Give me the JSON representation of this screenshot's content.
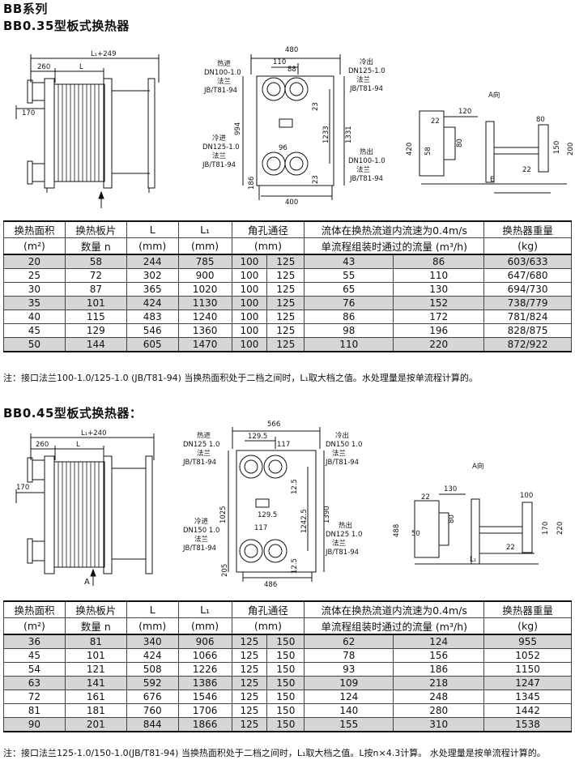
{
  "series_title": "BB系列",
  "sections": [
    {
      "title": "BB0.35型板式换热器",
      "drawing": {
        "side": {
          "l_total": "L₁+249",
          "d260": "260",
          "l": "L",
          "d170": "170"
        },
        "front": {
          "d480": "480",
          "d110": "110",
          "d88": "88",
          "hot_in": "热进",
          "hot_in_dn": "DN100-1.0",
          "hot_in_flange": "法兰",
          "hot_in_std": "JB/T81-94",
          "cold_out": "冷出",
          "cold_out_dn": "DN125-1.0",
          "cold_out_flange": "法兰",
          "cold_out_std": "JB/T81-94",
          "cold_in": "冷进",
          "cold_in_dn": "DN125-1.0",
          "cold_in_flange": "法兰",
          "cold_in_std": "JB/T81-94",
          "hot_out": "热出",
          "hot_out_dn": "DN100-1.0",
          "hot_out_flange": "法兰",
          "hot_out_std": "JB/T81-94",
          "d994": "994",
          "d1233": "1233",
          "d1331": "1331",
          "d23a": "23",
          "d23b": "23",
          "d96": "96",
          "d186": "186",
          "d400": "400"
        },
        "view": {
          "label": "A向",
          "d120": "120",
          "d22a": "22",
          "d80a": "80",
          "d420": "420",
          "d58": "58",
          "d80b": "80",
          "d150": "150",
          "d200": "200",
          "d22b": "22",
          "e": "E"
        }
      },
      "table": {
        "headers": {
          "area": "换热面积",
          "area_unit": "(m²)",
          "plates": "换热板片",
          "plates_unit": "数量 n",
          "l": "L",
          "l_unit": "(mm)",
          "l1": "L₁",
          "l1_unit": "(mm)",
          "port": "角孔通径",
          "port_unit": "(mm)",
          "flow": "流体在换热流道内流速为0.4m/s",
          "flow_unit": "单流程组装时通过的流量 (m³/h)",
          "weight": "换热器重量",
          "weight_unit": "(kg)"
        },
        "rows": [
          [
            "20",
            "58",
            "244",
            "785",
            "100",
            "125",
            "43",
            "86",
            "603/633"
          ],
          [
            "25",
            "72",
            "302",
            "900",
            "100",
            "125",
            "55",
            "110",
            "647/680"
          ],
          [
            "30",
            "87",
            "365",
            "1020",
            "100",
            "125",
            "65",
            "130",
            "694/730"
          ],
          [
            "35",
            "101",
            "424",
            "1130",
            "100",
            "125",
            "76",
            "152",
            "738/779"
          ],
          [
            "40",
            "115",
            "483",
            "1240",
            "100",
            "125",
            "86",
            "172",
            "781/824"
          ],
          [
            "45",
            "129",
            "546",
            "1360",
            "100",
            "125",
            "98",
            "196",
            "828/875"
          ],
          [
            "50",
            "144",
            "605",
            "1470",
            "100",
            "125",
            "110",
            "220",
            "872/922"
          ]
        ]
      },
      "note": "注：接口法兰100-1.0/125-1.0 (JB/T81-94)   当换热面积处于二档之间时，L₁取大档之值。水处理量是按单流程计算的。"
    },
    {
      "title": "BB0.45型板式换热器：",
      "drawing": {
        "side": {
          "l_total": "L₁+240",
          "d260": "260",
          "l": "L",
          "d170": "170",
          "a": "A"
        },
        "front": {
          "d566": "566",
          "d129": "129.5",
          "d117": "117",
          "hot_in": "热进",
          "hot_in_dn": "DN125 1.0",
          "hot_in_flange": "法兰",
          "hot_in_std": "JB/T81-94",
          "cold_out": "冷出",
          "cold_out_dn": "DN150 1.0",
          "cold_out_flange": "法兰",
          "cold_out_std": "JB/T81-94",
          "cold_in": "冷进",
          "cold_in_dn": "DN150 1.0",
          "cold_in_flange": "法兰",
          "cold_in_std": "JB/T81-94",
          "hot_out": "热出",
          "hot_out_dn": "DN125 1.0",
          "hot_out_flange": "法兰",
          "hot_out_std": "JB/T81-94",
          "d1025": "1025",
          "d1242": "1242.5",
          "d1390": "1390",
          "d125a": "12.5",
          "d125b": "12.5",
          "d129b": "129.5",
          "d117b": "117",
          "d205": "205",
          "d486": "486"
        },
        "view": {
          "label": "A向",
          "d130": "130",
          "d22a": "22",
          "d100": "100",
          "d488": "488",
          "d50": "50",
          "d80": "80",
          "d170": "170",
          "d220": "220",
          "d22b": "22",
          "l1": "L₁"
        }
      },
      "table": {
        "headers": {
          "area": "换热面积",
          "area_unit": "(m²)",
          "plates": "换热板片",
          "plates_unit": "数量 n",
          "l": "L",
          "l_unit": "(mm)",
          "l1": "L₁",
          "l1_unit": "(mm)",
          "port": "角孔通径",
          "port_unit": "(mm)",
          "flow": "流体在换热流道内流速为0.4m/s",
          "flow_unit": "单流程组装时通过的流量 (m³/h)",
          "weight": "换热器重量",
          "weight_unit": "(kg)"
        },
        "rows": [
          [
            "36",
            "81",
            "340",
            "906",
            "125",
            "150",
            "62",
            "124",
            "955"
          ],
          [
            "45",
            "101",
            "424",
            "1066",
            "125",
            "150",
            "78",
            "156",
            "1052"
          ],
          [
            "54",
            "121",
            "508",
            "1226",
            "125",
            "150",
            "93",
            "186",
            "1150"
          ],
          [
            "63",
            "141",
            "592",
            "1386",
            "125",
            "150",
            "109",
            "218",
            "1247"
          ],
          [
            "72",
            "161",
            "676",
            "1546",
            "125",
            "150",
            "124",
            "248",
            "1345"
          ],
          [
            "81",
            "181",
            "760",
            "1706",
            "125",
            "150",
            "140",
            "280",
            "1442"
          ],
          [
            "90",
            "201",
            "844",
            "1866",
            "125",
            "150",
            "155",
            "310",
            "1538"
          ]
        ]
      },
      "note": "注：接口法兰125-1.0/150-1.0(JB/T81-94) 当换热面积处于二档之间时，L₁取大档之值。L按n×4.3计算。 水处理量是按单流程计算的。"
    }
  ]
}
